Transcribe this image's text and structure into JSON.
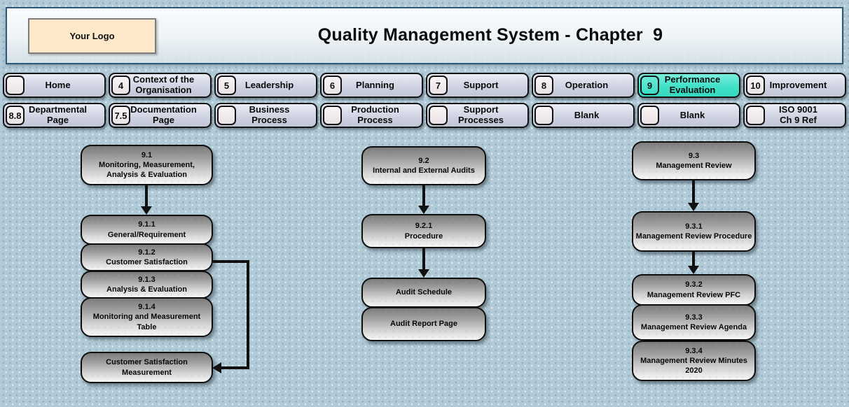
{
  "header": {
    "logo_text": "Your Logo",
    "title": "Quality Management System - Chapter  9"
  },
  "nav": {
    "row1": [
      {
        "num": "",
        "label": "Home"
      },
      {
        "num": "4",
        "label": "Context of the\nOrganisation"
      },
      {
        "num": "5",
        "label": "Leadership"
      },
      {
        "num": "6",
        "label": "Planning"
      },
      {
        "num": "7",
        "label": "Support"
      },
      {
        "num": "8",
        "label": "Operation"
      },
      {
        "num": "9",
        "label": "Performance\nEvaluation",
        "active": true
      },
      {
        "num": "10",
        "label": "Improvement"
      }
    ],
    "row2": [
      {
        "num": "8.8",
        "label": "Departmental\nPage"
      },
      {
        "num": "7.5",
        "label": "Documentation\nPage"
      },
      {
        "num": "",
        "label": "Business\nProcess"
      },
      {
        "num": "",
        "label": "Production\nProcess"
      },
      {
        "num": "",
        "label": "Support\nProcesses"
      },
      {
        "num": "",
        "label": "Blank"
      },
      {
        "num": "",
        "label": "Blank"
      },
      {
        "num": "",
        "label": "ISO 9001\nCh 9 Ref"
      }
    ]
  },
  "flow": {
    "col1": [
      "9.1\nMonitoring,  Measurement,\nAnalysis & Evaluation",
      "9.1.1\nGeneral/Requirement",
      "9.1.2\nCustomer Satisfaction",
      "9.1.3\nAnalysis & Evaluation",
      "9.1.4\nMonitoring and Measurement\nTable",
      "Customer Satisfaction\nMeasurement"
    ],
    "col2": [
      "9.2\nInternal and External Audits",
      "9.2.1\nProcedure",
      "Audit Schedule",
      "Audit Report Page"
    ],
    "col3": [
      "9.3\nManagement Review",
      "9.3.1\nManagement Review Procedure",
      "9.3.2\nManagement Review PFC",
      "9.3.3\nManagement Review Agenda",
      "9.3.4\nManagement Review Minutes\n2020"
    ]
  },
  "colors": {
    "active_tab_teal": "#3EE1C9",
    "logo_background": "#FDE9C9",
    "page_background": "#B1CAD7",
    "box_gradient_top": "#7B7B7B",
    "box_gradient_bottom": "#F8F8F8"
  }
}
